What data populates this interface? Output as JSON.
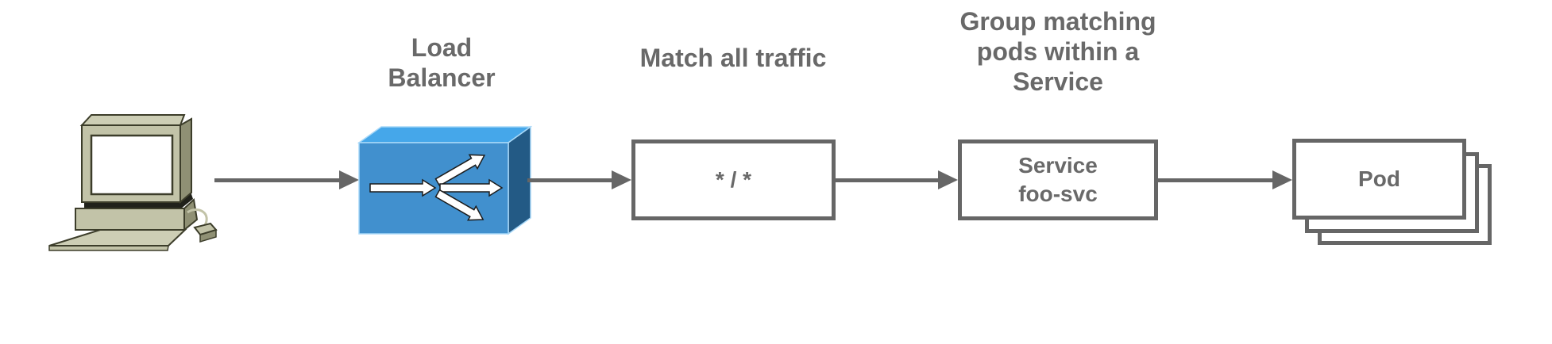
{
  "palette": {
    "bg": "#ffffff",
    "line_gray": "#666666",
    "text_gray": "#696969",
    "lb_top": "#45a7ea",
    "lb_front": "#4190ce",
    "lb_side": "#235a85",
    "lb_edge": "#a8d8f8",
    "pc_body": "#c2c3a8",
    "pc_body_light": "#cdceb5",
    "pc_shade": "#8f9074",
    "pc_dark": "#20211a",
    "pc_outline": "#3c3d2a",
    "screen_white": "#ffffff"
  },
  "nodes": {
    "client": {
      "icon": "desktop-computer-icon"
    },
    "load_balancer": {
      "icon": "load-balancer-icon",
      "label": "Load\nBalancer"
    },
    "match_rule": {
      "caption": "Match all traffic",
      "text": "* / *"
    },
    "service": {
      "caption": "Group matching\npods within a\nService",
      "text": "Service\nfoo-svc"
    },
    "pod": {
      "text": "Pod",
      "stack_count": 3
    }
  }
}
